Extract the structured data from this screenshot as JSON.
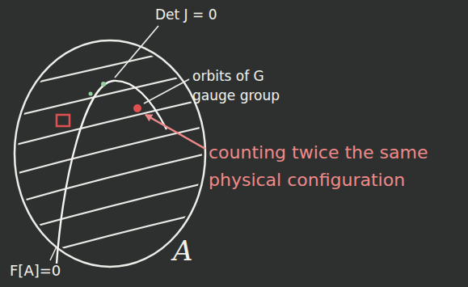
{
  "diagram": {
    "labels": [
      "Det J = 0",
      "orbits of G gauge group",
      "counting twice the same physical configuration",
      "F[A]=0",
      "A"
    ]
  }
}
